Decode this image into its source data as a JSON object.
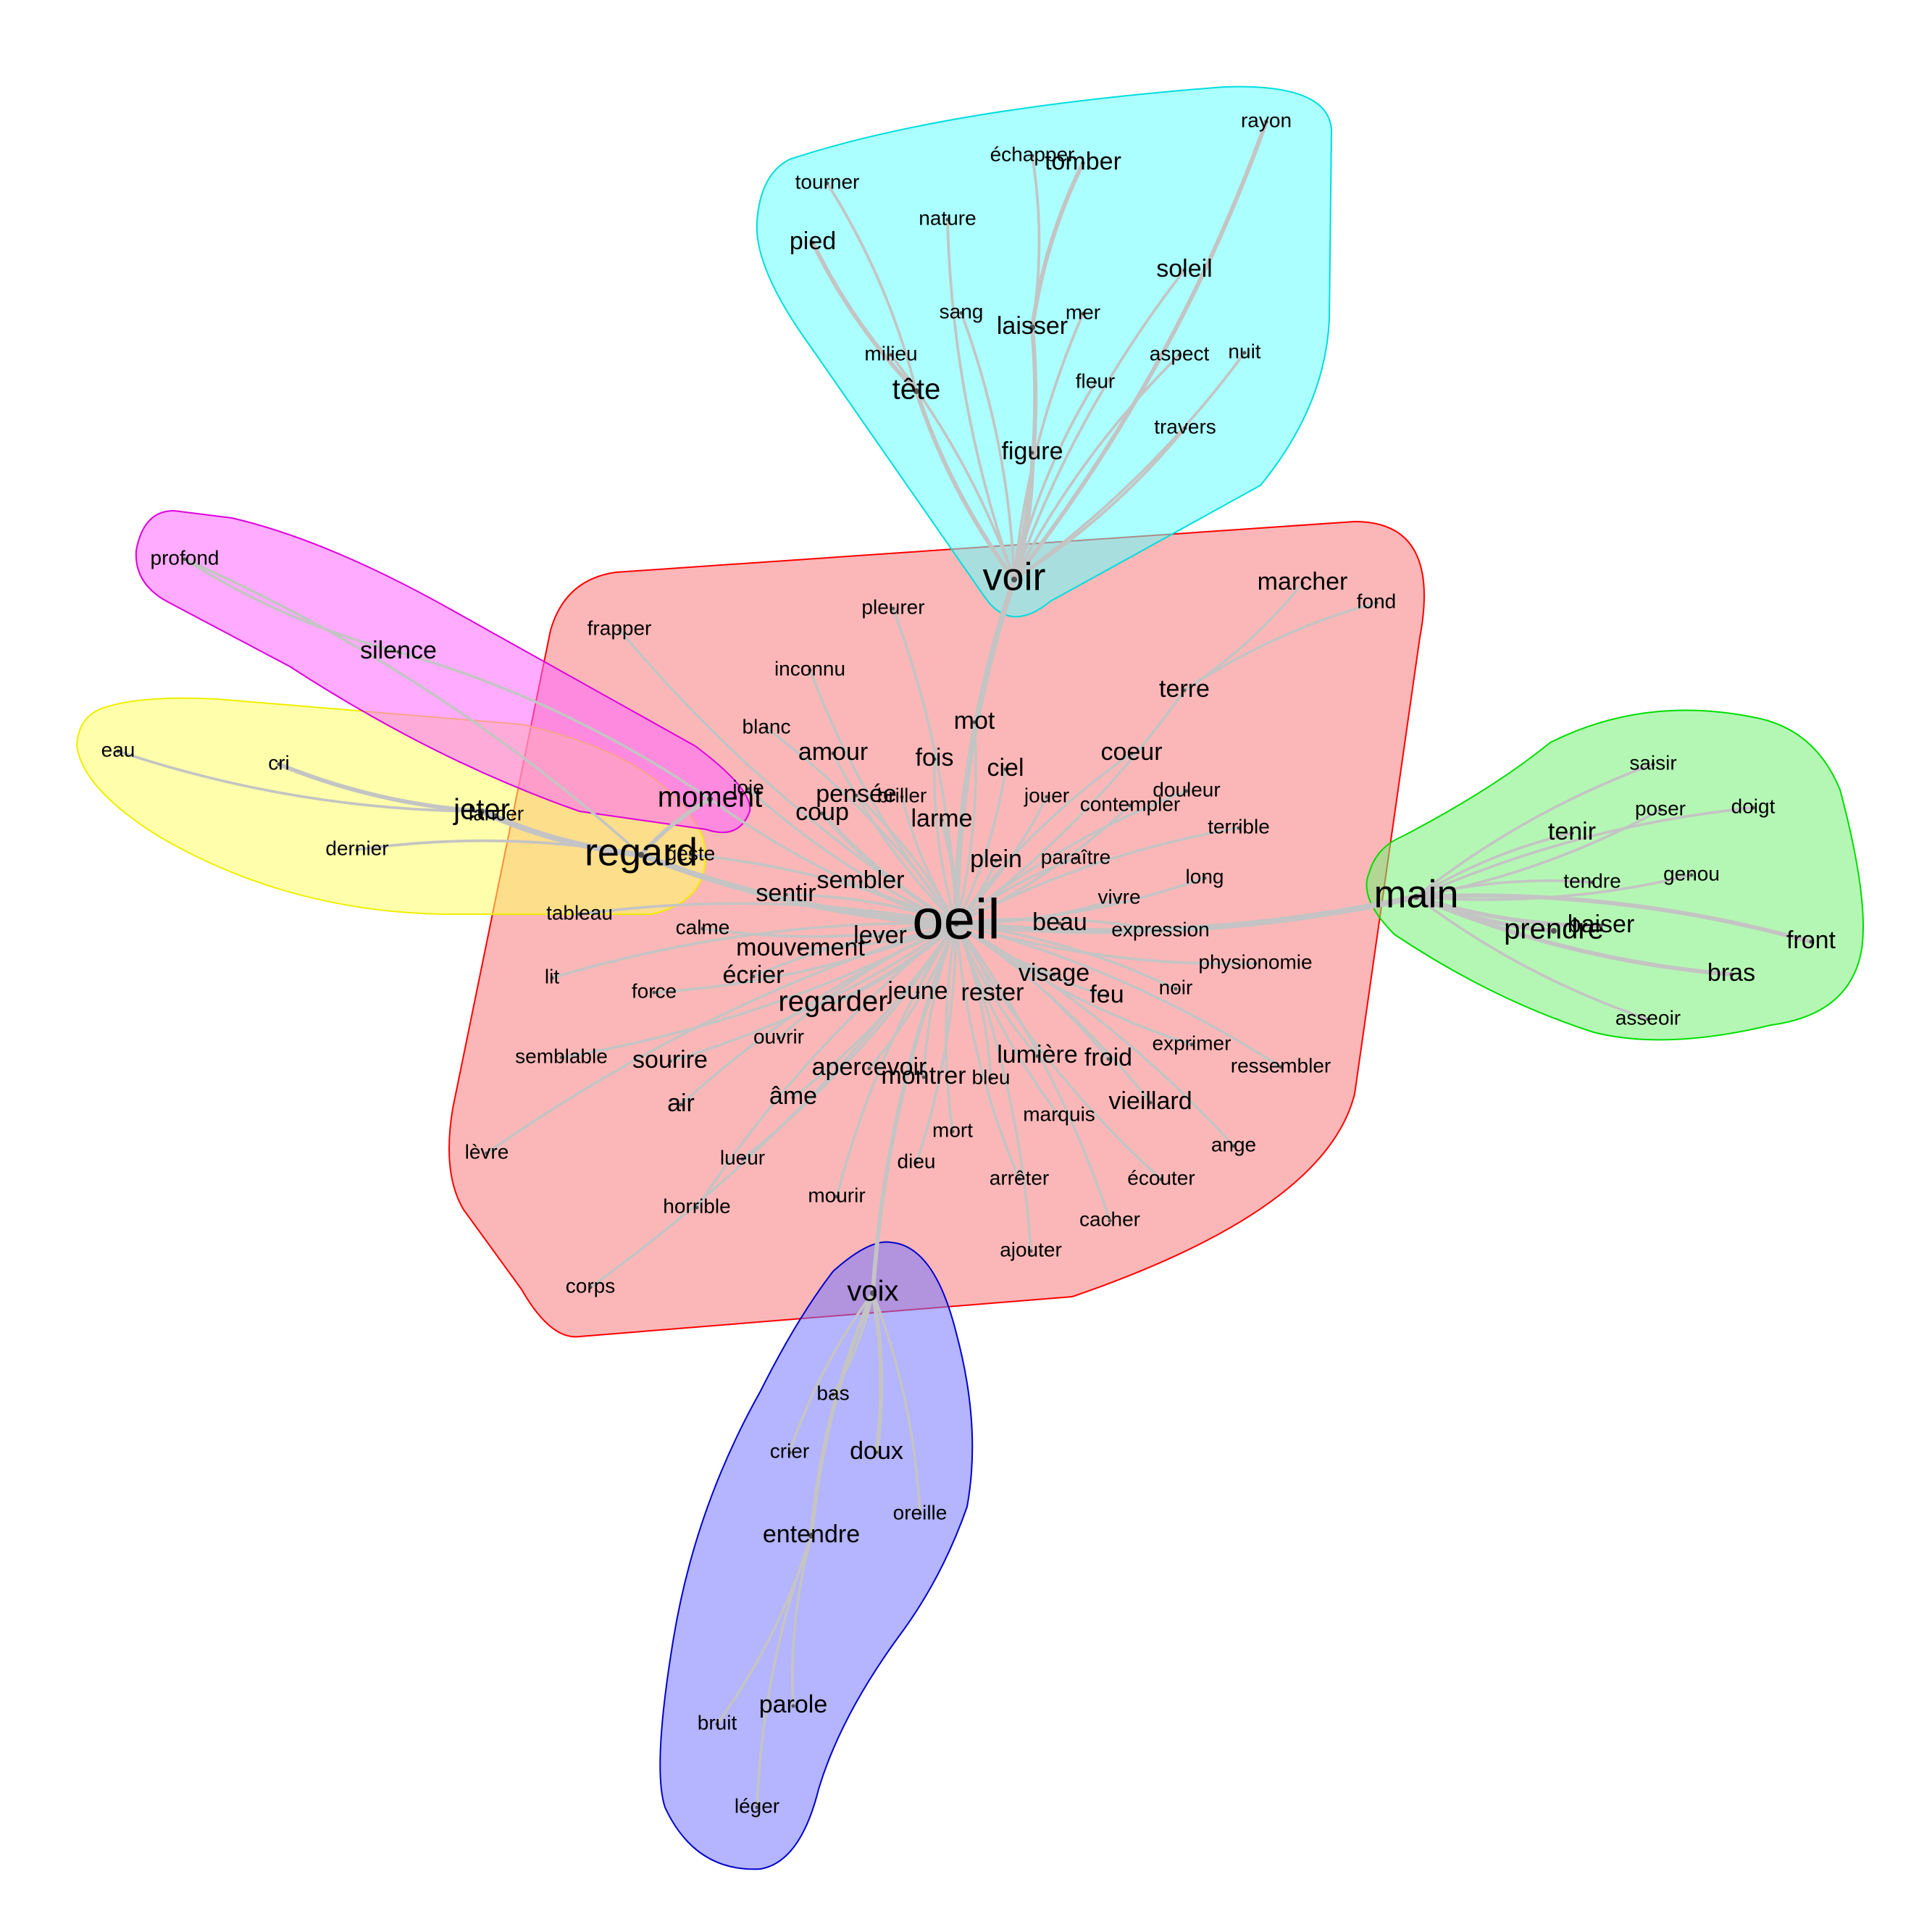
{
  "clusters": [
    {
      "id": "oeil",
      "fill": "#f87c7c",
      "stroke": "#ff0000"
    },
    {
      "id": "voir",
      "fill": "#66ffff",
      "stroke": "#00dddd"
    },
    {
      "id": "main",
      "fill": "#77f077",
      "stroke": "#00dd00"
    },
    {
      "id": "voix",
      "fill": "#7777ff",
      "stroke": "#0000cc"
    },
    {
      "id": "regard",
      "fill": "#ffff66",
      "stroke": "#eeee00"
    },
    {
      "id": "moment",
      "fill": "#ff66ff",
      "stroke": "#dd00dd"
    }
  ],
  "hubs": [
    "oeil",
    "voir",
    "main",
    "voix",
    "regard",
    "moment",
    "jeter",
    "prendre",
    "entendre",
    "tête",
    "laisser"
  ],
  "words": [
    {
      "id": "oeil",
      "label": "oeil",
      "size": "xl"
    },
    {
      "id": "voir",
      "label": "voir",
      "size": "l"
    },
    {
      "id": "main",
      "label": "main",
      "size": "l"
    },
    {
      "id": "regard",
      "label": "regard",
      "size": "l"
    },
    {
      "id": "voix",
      "label": "voix",
      "size": "m"
    },
    {
      "id": "moment",
      "label": "moment",
      "size": "m"
    },
    {
      "id": "jeter",
      "label": "jeter",
      "size": "m"
    },
    {
      "id": "prendre",
      "label": "prendre",
      "size": "m"
    },
    {
      "id": "tête",
      "label": "tête",
      "size": "m"
    },
    {
      "id": "regarder",
      "label": "regarder",
      "size": "m"
    },
    {
      "id": "figure",
      "label": "figure",
      "size": "s"
    },
    {
      "id": "laisser",
      "label": "laisser",
      "size": "s"
    },
    {
      "id": "tomber",
      "label": "tomber",
      "size": "s"
    },
    {
      "id": "pied",
      "label": "pied",
      "size": "s"
    },
    {
      "id": "soleil",
      "label": "soleil",
      "size": "s"
    },
    {
      "id": "entendre",
      "label": "entendre",
      "size": "s"
    },
    {
      "id": "parole",
      "label": "parole",
      "size": "s"
    },
    {
      "id": "doux",
      "label": "doux",
      "size": "s"
    },
    {
      "id": "silence",
      "label": "silence",
      "size": "s"
    },
    {
      "id": "coup",
      "label": "coup",
      "size": "s"
    },
    {
      "id": "larme",
      "label": "larme",
      "size": "s"
    },
    {
      "id": "amour",
      "label": "amour",
      "size": "s"
    },
    {
      "id": "coeur",
      "label": "coeur",
      "size": "s"
    },
    {
      "id": "mot",
      "label": "mot",
      "size": "s"
    },
    {
      "id": "plein",
      "label": "plein",
      "size": "s"
    },
    {
      "id": "sembler",
      "label": "sembler",
      "size": "s"
    },
    {
      "id": "sentir",
      "label": "sentir",
      "size": "s"
    },
    {
      "id": "beau",
      "label": "beau",
      "size": "s"
    },
    {
      "id": "lever",
      "label": "lever",
      "size": "s"
    },
    {
      "id": "mouvement",
      "label": "mouvement",
      "size": "s"
    },
    {
      "id": "visage",
      "label": "visage",
      "size": "s"
    },
    {
      "id": "jeune",
      "label": "jeune",
      "size": "s"
    },
    {
      "id": "rester",
      "label": "rester",
      "size": "s"
    },
    {
      "id": "écrier",
      "label": "écrier",
      "size": "s"
    },
    {
      "id": "sourire",
      "label": "sourire",
      "size": "s"
    },
    {
      "id": "air",
      "label": "air",
      "size": "s"
    },
    {
      "id": "âme",
      "label": "âme",
      "size": "s"
    },
    {
      "id": "apercevoir",
      "label": "apercevoir",
      "size": "s"
    },
    {
      "id": "montrer",
      "label": "montrer",
      "size": "s"
    },
    {
      "id": "lumière",
      "label": "lumière",
      "size": "s"
    },
    {
      "id": "froid",
      "label": "froid",
      "size": "s"
    },
    {
      "id": "feu",
      "label": "feu",
      "size": "s"
    },
    {
      "id": "vieillard",
      "label": "vieillard",
      "size": "s"
    },
    {
      "id": "pensée",
      "label": "pensée",
      "size": "s"
    },
    {
      "id": "fois",
      "label": "fois",
      "size": "s"
    },
    {
      "id": "ciel",
      "label": "ciel",
      "size": "s"
    },
    {
      "id": "tenir",
      "label": "tenir",
      "size": "s"
    },
    {
      "id": "baiser",
      "label": "baiser",
      "size": "s"
    },
    {
      "id": "front",
      "label": "front",
      "size": "s"
    },
    {
      "id": "bras",
      "label": "bras",
      "size": "s"
    },
    {
      "id": "marcher",
      "label": "marcher",
      "size": "s"
    },
    {
      "id": "terre",
      "label": "terre",
      "size": "s"
    },
    {
      "id": "douleur",
      "label": "douleur",
      "size": "xs"
    },
    {
      "id": "contempler",
      "label": "contempler",
      "size": "xs"
    },
    {
      "id": "expression",
      "label": "expression",
      "size": "xs"
    },
    {
      "id": "vivre",
      "label": "vivre",
      "size": "xs"
    },
    {
      "id": "paraître",
      "label": "paraître",
      "size": "xs"
    },
    {
      "id": "rayon",
      "label": "rayon",
      "size": "xs"
    },
    {
      "id": "échapper",
      "label": "échapper",
      "size": "xs"
    },
    {
      "id": "tourner",
      "label": "tourner",
      "size": "xs"
    },
    {
      "id": "nature",
      "label": "nature",
      "size": "xs"
    },
    {
      "id": "sang",
      "label": "sang",
      "size": "xs"
    },
    {
      "id": "mer",
      "label": "mer",
      "size": "xs"
    },
    {
      "id": "milieu",
      "label": "milieu",
      "size": "xs"
    },
    {
      "id": "aspect",
      "label": "aspect",
      "size": "xs"
    },
    {
      "id": "nuit",
      "label": "nuit",
      "size": "xs"
    },
    {
      "id": "fleur",
      "label": "fleur",
      "size": "xs"
    },
    {
      "id": "travers",
      "label": "travers",
      "size": "xs"
    },
    {
      "id": "profond",
      "label": "profond",
      "size": "xs"
    },
    {
      "id": "eau",
      "label": "eau",
      "size": "xs"
    },
    {
      "id": "cri",
      "label": "cri",
      "size": "xs"
    },
    {
      "id": "lancer",
      "label": "lancer",
      "size": "xs"
    },
    {
      "id": "dernier",
      "label": "dernier",
      "size": "xs"
    },
    {
      "id": "tableau",
      "label": "tableau",
      "size": "xs"
    },
    {
      "id": "joie",
      "label": "joie",
      "size": "xs"
    },
    {
      "id": "geste",
      "label": "geste",
      "size": "xs"
    },
    {
      "id": "frapper",
      "label": "frapper",
      "size": "xs"
    },
    {
      "id": "pleurer",
      "label": "pleurer",
      "size": "xs"
    },
    {
      "id": "inconnu",
      "label": "inconnu",
      "size": "xs"
    },
    {
      "id": "blanc",
      "label": "blanc",
      "size": "xs"
    },
    {
      "id": "briller",
      "label": "briller",
      "size": "xs"
    },
    {
      "id": "jouer",
      "label": "jouer",
      "size": "xs"
    },
    {
      "id": "terrible",
      "label": "terrible",
      "size": "xs"
    },
    {
      "id": "long",
      "label": "long",
      "size": "xs"
    },
    {
      "id": "fond",
      "label": "fond",
      "size": "xs"
    },
    {
      "id": "physionomie",
      "label": "physionomie",
      "size": "xs"
    },
    {
      "id": "noir",
      "label": "noir",
      "size": "xs"
    },
    {
      "id": "exprimer",
      "label": "exprimer",
      "size": "xs"
    },
    {
      "id": "ressembler",
      "label": "ressembler",
      "size": "xs"
    },
    {
      "id": "calme",
      "label": "calme",
      "size": "xs"
    },
    {
      "id": "lit",
      "label": "lit",
      "size": "xs"
    },
    {
      "id": "force",
      "label": "force",
      "size": "xs"
    },
    {
      "id": "ouvrir",
      "label": "ouvrir",
      "size": "xs"
    },
    {
      "id": "semblable",
      "label": "semblable",
      "size": "xs"
    },
    {
      "id": "bleu",
      "label": "bleu",
      "size": "xs"
    },
    {
      "id": "marquis",
      "label": "marquis",
      "size": "xs"
    },
    {
      "id": "mort",
      "label": "mort",
      "size": "xs"
    },
    {
      "id": "lèvre",
      "label": "lèvre",
      "size": "xs"
    },
    {
      "id": "lueur",
      "label": "lueur",
      "size": "xs"
    },
    {
      "id": "dieu",
      "label": "dieu",
      "size": "xs"
    },
    {
      "id": "arrêter",
      "label": "arrêter",
      "size": "xs"
    },
    {
      "id": "écouter",
      "label": "écouter",
      "size": "xs"
    },
    {
      "id": "ange",
      "label": "ange",
      "size": "xs"
    },
    {
      "id": "horrible",
      "label": "horrible",
      "size": "xs"
    },
    {
      "id": "mourir",
      "label": "mourir",
      "size": "xs"
    },
    {
      "id": "cacher",
      "label": "cacher",
      "size": "xs"
    },
    {
      "id": "ajouter",
      "label": "ajouter",
      "size": "xs"
    },
    {
      "id": "corps",
      "label": "corps",
      "size": "xs"
    },
    {
      "id": "saisir",
      "label": "saisir",
      "size": "xs"
    },
    {
      "id": "poser",
      "label": "poser",
      "size": "xs"
    },
    {
      "id": "doigt",
      "label": "doigt",
      "size": "xs"
    },
    {
      "id": "genou",
      "label": "genou",
      "size": "xs"
    },
    {
      "id": "tendre",
      "label": "tendre",
      "size": "xs"
    },
    {
      "id": "asseoir",
      "label": "asseoir",
      "size": "xs"
    },
    {
      "id": "bas",
      "label": "bas",
      "size": "xs"
    },
    {
      "id": "crier",
      "label": "crier",
      "size": "xs"
    },
    {
      "id": "oreille",
      "label": "oreille",
      "size": "xs"
    },
    {
      "id": "bruit",
      "label": "bruit",
      "size": "xs"
    },
    {
      "id": "léger",
      "label": "léger",
      "size": "xs"
    }
  ],
  "edges": [
    [
      "oeil",
      "voir",
      3
    ],
    [
      "oeil",
      "main",
      3
    ],
    [
      "oeil",
      "regard",
      3
    ],
    [
      "oeil",
      "voix",
      2
    ],
    [
      "oeil",
      "regarder",
      2
    ],
    [
      "oeil",
      "larme",
      2
    ],
    [
      "oeil",
      "coup",
      2
    ],
    [
      "oeil",
      "lever",
      2
    ],
    [
      "oeil",
      "sembler",
      1
    ],
    [
      "oeil",
      "sentir",
      1
    ],
    [
      "oeil",
      "mouvement",
      1
    ],
    [
      "oeil",
      "écrier",
      1
    ],
    [
      "oeil",
      "sourire",
      1
    ],
    [
      "oeil",
      "air",
      1
    ],
    [
      "oeil",
      "âme",
      1
    ],
    [
      "oeil",
      "jeune",
      1
    ],
    [
      "oeil",
      "rester",
      1
    ],
    [
      "oeil",
      "visage",
      1
    ],
    [
      "oeil",
      "beau",
      1
    ],
    [
      "oeil",
      "plein",
      1
    ],
    [
      "oeil",
      "coeur",
      1
    ],
    [
      "oeil",
      "mot",
      1
    ],
    [
      "oeil",
      "fois",
      1
    ],
    [
      "oeil",
      "ciel",
      1
    ],
    [
      "oeil",
      "amour",
      1
    ],
    [
      "oeil",
      "pensée",
      1
    ],
    [
      "oeil",
      "moment",
      1
    ],
    [
      "oeil",
      "terre",
      1
    ],
    [
      "oeil",
      "douleur",
      1
    ],
    [
      "oeil",
      "contempler",
      1
    ],
    [
      "oeil",
      "paraître",
      1
    ],
    [
      "oeil",
      "vivre",
      1
    ],
    [
      "oeil",
      "expression",
      1
    ],
    [
      "oeil",
      "long",
      1
    ],
    [
      "oeil",
      "terrible",
      1
    ],
    [
      "oeil",
      "physionomie",
      1
    ],
    [
      "oeil",
      "noir",
      1
    ],
    [
      "oeil",
      "exprimer",
      1
    ],
    [
      "oeil",
      "ressembler",
      1
    ],
    [
      "oeil",
      "feu",
      1
    ],
    [
      "oeil",
      "froid",
      1
    ],
    [
      "oeil",
      "lumière",
      1
    ],
    [
      "oeil",
      "vieillard",
      1
    ],
    [
      "oeil",
      "marquis",
      1
    ],
    [
      "oeil",
      "ange",
      1
    ],
    [
      "oeil",
      "écouter",
      1
    ],
    [
      "oeil",
      "cacher",
      1
    ],
    [
      "oeil",
      "arrêter",
      1
    ],
    [
      "oeil",
      "ajouter",
      1
    ],
    [
      "oeil",
      "mort",
      1
    ],
    [
      "oeil",
      "dieu",
      1
    ],
    [
      "oeil",
      "mourir",
      1
    ],
    [
      "oeil",
      "lueur",
      1
    ],
    [
      "oeil",
      "horrible",
      1
    ],
    [
      "oeil",
      "corps",
      1
    ],
    [
      "oeil",
      "lèvre",
      1
    ],
    [
      "oeil",
      "semblable",
      1
    ],
    [
      "oeil",
      "ouvrir",
      1
    ],
    [
      "oeil",
      "force",
      1
    ],
    [
      "oeil",
      "lit",
      1
    ],
    [
      "oeil",
      "calme",
      1
    ],
    [
      "oeil",
      "tableau",
      1
    ],
    [
      "oeil",
      "frapper",
      1
    ],
    [
      "oeil",
      "pleurer",
      1
    ],
    [
      "oeil",
      "inconnu",
      1
    ],
    [
      "oeil",
      "blanc",
      1
    ],
    [
      "oeil",
      "briller",
      1
    ],
    [
      "oeil",
      "jouer",
      1
    ],
    [
      "oeil",
      "apercevoir",
      1
    ],
    [
      "oeil",
      "montrer",
      1
    ],
    [
      "oeil",
      "bleu",
      1
    ],
    [
      "oeil",
      "geste",
      1
    ],
    [
      "oeil",
      "joie",
      1
    ],
    [
      "terre",
      "marcher",
      1
    ],
    [
      "terre",
      "fond",
      1
    ],
    [
      "voir",
      "figure",
      2
    ],
    [
      "voir",
      "tête",
      2
    ],
    [
      "voir",
      "laisser",
      2
    ],
    [
      "voir",
      "soleil",
      1
    ],
    [
      "voir",
      "rayon",
      2
    ],
    [
      "voir",
      "fleur",
      1
    ],
    [
      "voir",
      "travers",
      1
    ],
    [
      "voir",
      "aspect",
      1
    ],
    [
      "voir",
      "nuit",
      1
    ],
    [
      "voir",
      "mer",
      1
    ],
    [
      "voir",
      "sang",
      1
    ],
    [
      "voir",
      "nature",
      1
    ],
    [
      "voir",
      "milieu",
      1
    ],
    [
      "tête",
      "pied",
      2
    ],
    [
      "tête",
      "tourner",
      1
    ],
    [
      "laisser",
      "tomber",
      2
    ],
    [
      "laisser",
      "échapper",
      1
    ],
    [
      "regard",
      "jeter",
      3
    ],
    [
      "regard",
      "dernier",
      1
    ],
    [
      "regard",
      "moment",
      2
    ],
    [
      "regard",
      "profond",
      1
    ],
    [
      "jeter",
      "cri",
      2
    ],
    [
      "jeter",
      "lancer",
      1
    ],
    [
      "jeter",
      "eau",
      1
    ],
    [
      "moment",
      "silence",
      1
    ],
    [
      "silence",
      "profond",
      1
    ],
    [
      "main",
      "prendre",
      2
    ],
    [
      "main",
      "tenir",
      1
    ],
    [
      "main",
      "baiser",
      2
    ],
    [
      "main",
      "front",
      2
    ],
    [
      "main",
      "bras",
      2
    ],
    [
      "main",
      "saisir",
      1
    ],
    [
      "main",
      "poser",
      1
    ],
    [
      "main",
      "doigt",
      1
    ],
    [
      "main",
      "genou",
      1
    ],
    [
      "main",
      "tendre",
      1
    ],
    [
      "main",
      "asseoir",
      1
    ],
    [
      "voix",
      "bas",
      1
    ],
    [
      "voix",
      "crier",
      1
    ],
    [
      "voix",
      "doux",
      2
    ],
    [
      "voix",
      "entendre",
      2
    ],
    [
      "voix",
      "oreille",
      1
    ],
    [
      "entendre",
      "parole",
      1
    ],
    [
      "entendre",
      "bruit",
      1
    ],
    [
      "entendre",
      "léger",
      1
    ]
  ]
}
